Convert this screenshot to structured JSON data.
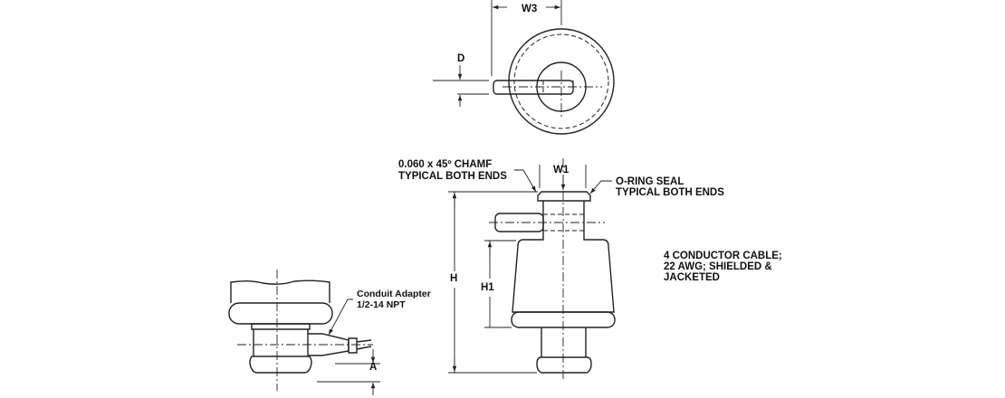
{
  "top_view": {
    "dim_w3": "W3",
    "dim_d": "D"
  },
  "side_view": {
    "chamfer_note": [
      "0.060 x 45º CHAMF",
      "TYPICAL BOTH ENDS"
    ],
    "dim_w1": "W1",
    "oring_note": [
      "O-RING SEAL",
      "TYPICAL BOTH ENDS"
    ],
    "cable_note": [
      "4 CONDUCTOR CABLE;",
      "22 AWG; SHIELDED &",
      "JACKETED"
    ],
    "dim_h": "H",
    "dim_h1": "H1"
  },
  "detail_view": {
    "conduit_note": [
      "Conduit Adapter",
      "1/2-14 NPT"
    ],
    "dim_a": "A"
  }
}
